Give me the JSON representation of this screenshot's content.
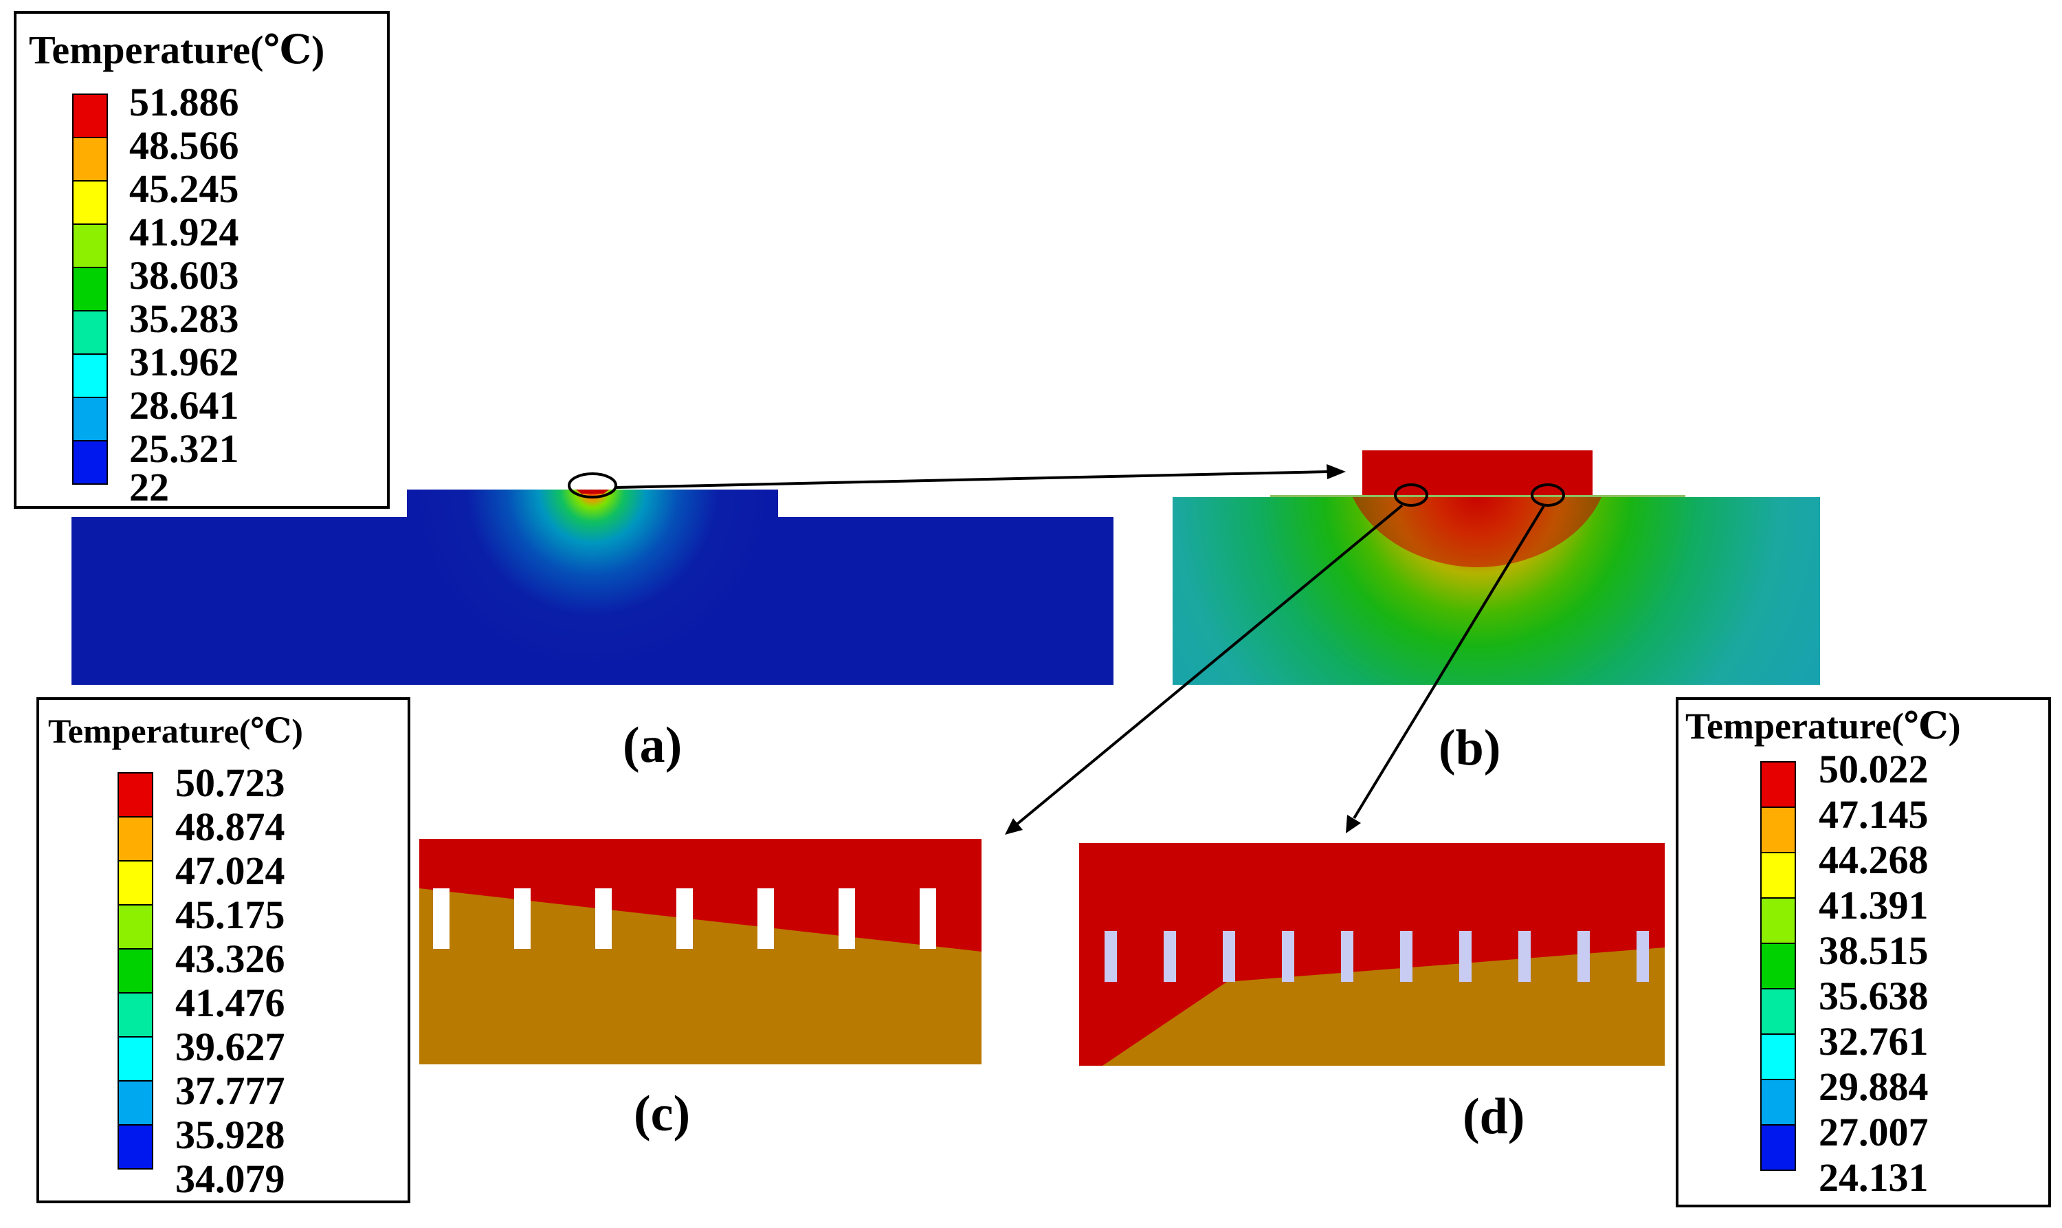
{
  "legends": [
    {
      "id": "a",
      "title": "Temperature(℃)",
      "values": [
        "51.886",
        "48.566",
        "45.245",
        "41.924",
        "38.603",
        "35.283",
        "31.962",
        "28.641",
        "25.321",
        "22"
      ]
    },
    {
      "id": "c",
      "title": "Temperature(℃)",
      "values": [
        "50.723",
        "48.874",
        "47.024",
        "45.175",
        "43.326",
        "41.476",
        "39.627",
        "37.777",
        "35.928",
        "34.079"
      ]
    },
    {
      "id": "d",
      "title": "Temperature(℃)",
      "values": [
        "50.022",
        "47.145",
        "44.268",
        "41.391",
        "38.515",
        "35.638",
        "32.761",
        "29.884",
        "27.007",
        "24.131"
      ]
    }
  ],
  "panel_labels": {
    "a": "(a)",
    "b": "(b)",
    "c": "(c)",
    "d": "(d)"
  },
  "colors": {
    "scale": [
      "#e60000",
      "#ffad00",
      "#ffff00",
      "#8cf000",
      "#00d200",
      "#00eaa0",
      "#00ffff",
      "#00a8f0",
      "#0018ee"
    ],
    "background_blue": "#0a1aa8",
    "hot_red": "#c80000",
    "warm_brown": "#b87a00",
    "slot_white": "#ffffff",
    "slot_lilac": "#c8cbf2"
  }
}
